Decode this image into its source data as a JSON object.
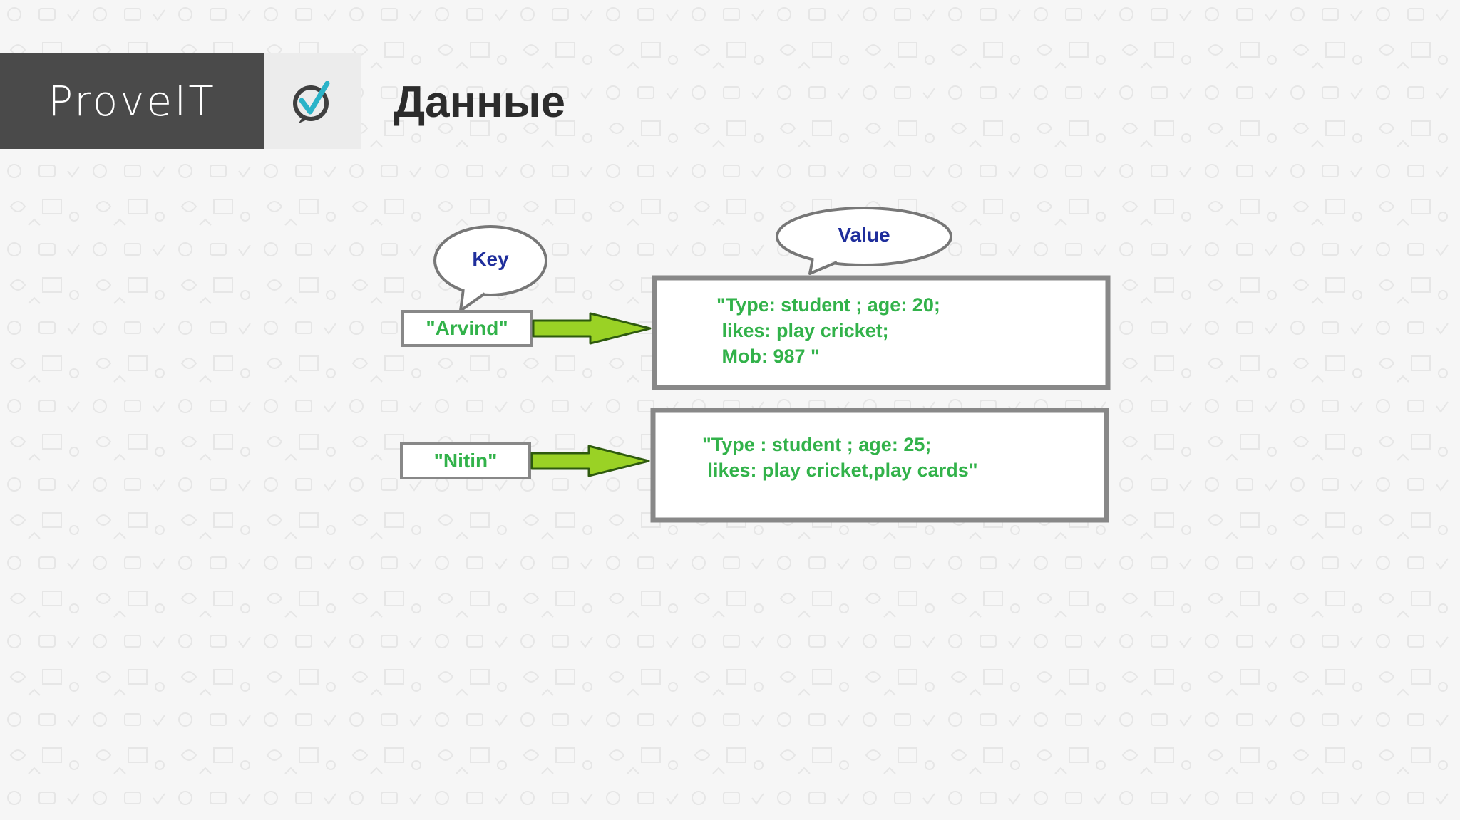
{
  "header": {
    "logo_text": "ProveIT",
    "title": "Данные"
  },
  "diagram": {
    "key_bubble": "Key",
    "value_bubble": "Value",
    "entries": [
      {
        "key": "\"Arvind\"",
        "value_lines": [
          "\"Type: student ; age: 20;",
          " likes: play cricket;",
          " Mob: 987 \""
        ]
      },
      {
        "key": "\"Nitin\"",
        "value_lines": [
          "\"Type : student ; age: 25;",
          " likes: play cricket,play cards\""
        ]
      }
    ]
  },
  "colors": {
    "header_dark": "#4a4a4a",
    "accent_teal": "#2bb3c8",
    "key_text_green": "#32b24a",
    "bubble_text_blue": "#1f2e9c",
    "arrow_fill": "#9ad225",
    "box_border_gray": "#888888"
  },
  "icons": {
    "logo_mark": "checkmark-speech-bubble-icon"
  }
}
